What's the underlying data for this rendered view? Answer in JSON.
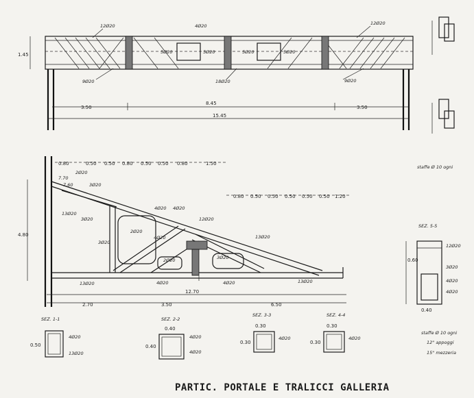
{
  "drawing": {
    "title": "PARTIC. PORTALE E TRALICCI GALLERIA",
    "top_beam": {
      "labels": {
        "bar_left_top": "12Ø20",
        "bar_mid_top": "4Ø20",
        "bar_right_top": "12Ø20",
        "mid1": "5Ø20",
        "mid2": "5Ø20",
        "mid3": "5Ø20",
        "mid4": "5Ø20",
        "bot_left": "9Ø20",
        "bot_mid": "18Ø20",
        "bot_right": "9Ø20",
        "height": "1.45"
      },
      "dims": {
        "left": "3.50",
        "mid": "8.45",
        "right": "3.50",
        "total": "15.45"
      }
    },
    "truss": {
      "top_dims": [
        "0.80",
        "0.50",
        "0.50",
        "0.80",
        "0.50",
        "0.50",
        "0.80",
        "1.50"
      ],
      "mid_dims": [
        "0.80",
        "0.50",
        "0.50",
        "0.50",
        "0.50",
        "0.50",
        "1.20"
      ],
      "height": "4.80",
      "bottom_dims": {
        "left": "2.70",
        "mid": "3.50",
        "right": "6.50",
        "total": "12.70"
      },
      "labels": [
        "13Ø20",
        "2Ø20",
        "3Ø20",
        "12Ø20",
        "13Ø20",
        "3Ø20",
        "4Ø20",
        "4Ø20",
        "2Ø20",
        "3Ø20",
        "4Ø20",
        "3Ø20",
        "13Ø20",
        "2Ø20",
        "13Ø20",
        "4Ø20",
        "4Ø20"
      ]
    },
    "right_details": {
      "stirrups_note": "staffe Ø 10 ogni",
      "sez_label": "SEZ. 5-5",
      "sez_width": "0.40",
      "sez_height": "0.60",
      "labels": [
        "12Ø20",
        "3Ø20",
        "4Ø20",
        "4Ø20"
      ],
      "note_lines": [
        "staffe Ø 10 ogni",
        "12\" appoggi",
        "15\" mezzeria"
      ]
    },
    "sections": [
      {
        "name": "SEZ. 1-1",
        "labels": [
          "4Ø20",
          "13Ø20"
        ],
        "h": "0.50"
      },
      {
        "name": "SEZ. 2-2",
        "labels": [
          "4Ø20",
          "4Ø20"
        ],
        "w": "0.40",
        "h": "0.40"
      },
      {
        "name": "SEZ. 3-3",
        "labels": [
          "4Ø20"
        ],
        "w": "0.30",
        "h": "0.30"
      },
      {
        "name": "SEZ. 4-4",
        "labels": [
          "4Ø20"
        ],
        "w": "0.30",
        "h": "0.30"
      }
    ]
  }
}
